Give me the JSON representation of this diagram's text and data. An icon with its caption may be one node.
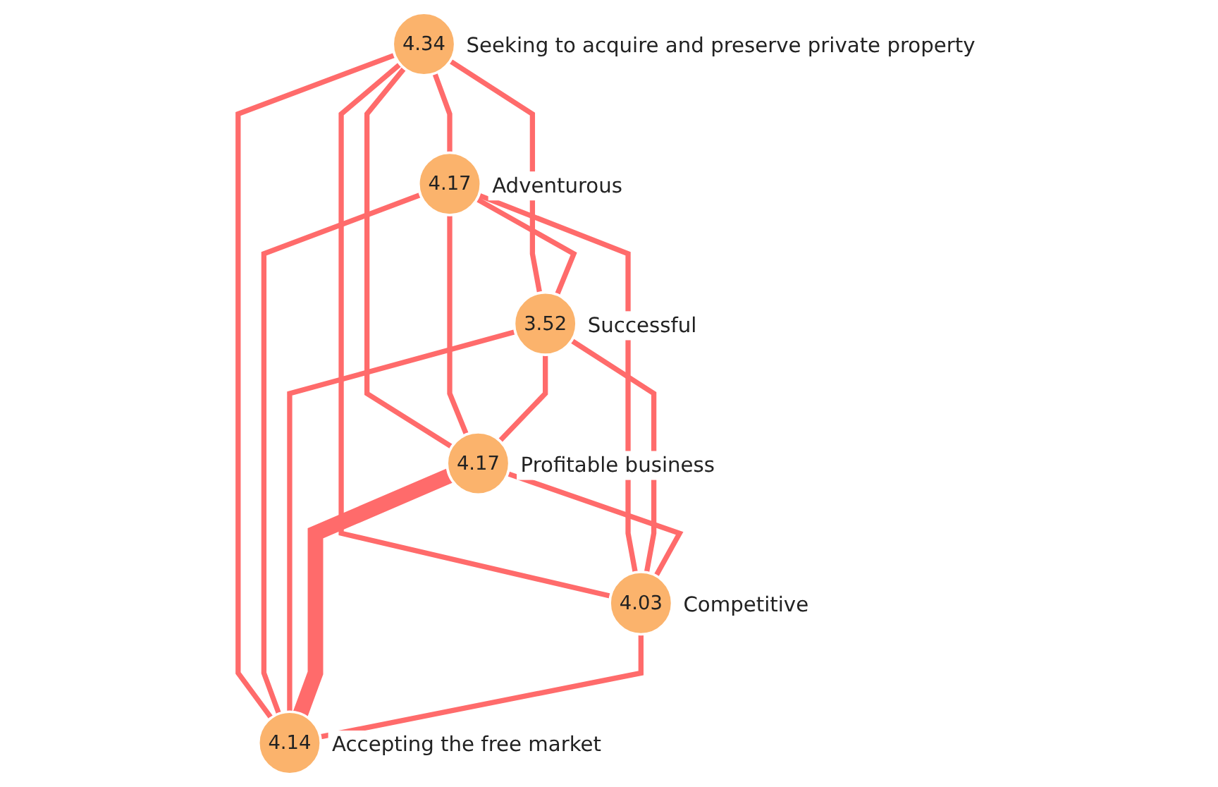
{
  "diagram": {
    "nodes": [
      {
        "text": [
          "4.34"
        ],
        "beside": [
          "Seeking to acquire and preserve private property"
        ]
      },
      {
        "text": [
          "4.17"
        ],
        "beside": [
          "Adventurous"
        ]
      },
      {
        "text": [
          "3.52"
        ],
        "beside": [
          "Successful"
        ]
      },
      {
        "text": [
          "4.17"
        ],
        "beside": [
          "Profitable business"
        ]
      },
      {
        "text": [
          "4.03"
        ],
        "beside": [
          "Competitive"
        ]
      },
      {
        "text": [
          "4.14"
        ],
        "beside": [
          "Accepting the free market"
        ]
      }
    ],
    "edges": [
      {
        "from": 0,
        "to": 1,
        "arrow": "none"
      },
      {
        "from": 0,
        "to": 2,
        "arrow": "none"
      },
      {
        "from": 0,
        "to": 3,
        "arrow": "none"
      },
      {
        "from": 0,
        "to": 4,
        "arrow": "none"
      },
      {
        "from": 0,
        "to": 5,
        "arrow": "none"
      },
      {
        "from": 1,
        "to": 2,
        "arrow": "none"
      },
      {
        "from": 1,
        "to": 3,
        "arrow": "none"
      },
      {
        "from": 1,
        "to": 4,
        "arrow": "none"
      },
      {
        "from": 1,
        "to": 5,
        "arrow": "none"
      },
      {
        "from": 2,
        "to": 3,
        "arrow": "none"
      },
      {
        "from": 2,
        "to": 4,
        "arrow": "none"
      },
      {
        "from": 2,
        "to": 5,
        "arrow": "none"
      },
      {
        "from": 3,
        "to": 4,
        "arrow": "none"
      },
      {
        "from": 3,
        "to": 5,
        "arrow": "none",
        "style": "thick"
      },
      {
        "from": 4,
        "to": 5,
        "arrow": "none"
      }
    ]
  }
}
